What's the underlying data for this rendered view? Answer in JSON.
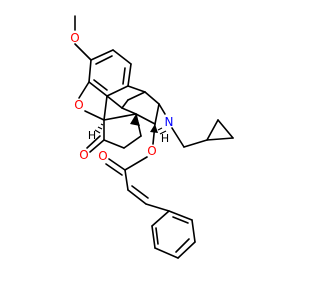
{
  "colors": {
    "bond": "#000000",
    "oxygen": "#ff0000",
    "nitrogen": "#0000ff",
    "background": "#ffffff"
  },
  "atom_labels": {
    "o_methoxy": "O",
    "o_furan": "O",
    "o_ketone": "O",
    "o_ester": "O",
    "o_carbonyl": "O",
    "n_amine": "N",
    "h_c5": "H",
    "h_c14": "H"
  }
}
